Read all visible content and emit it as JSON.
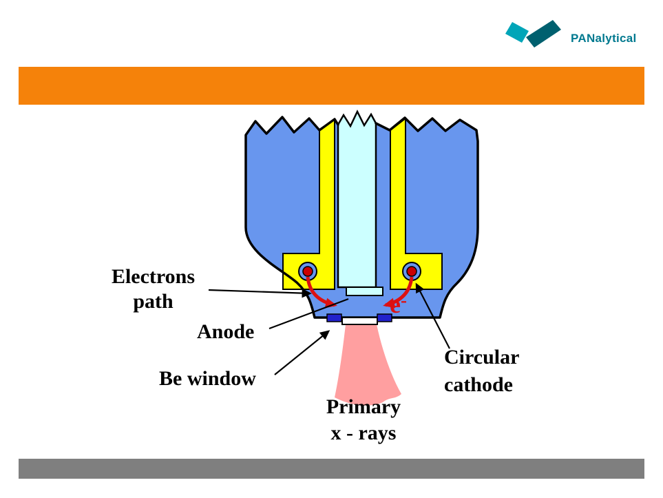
{
  "logo": {
    "brand_bold": "PAN",
    "brand_rest": "alytical",
    "text_color": "#00798F",
    "mark_light_color": "#00A5B8",
    "mark_dark_color": "#00606F"
  },
  "bars": {
    "top_color": "#F5820A",
    "bottom_color": "#7F7F7F"
  },
  "diagram": {
    "colors": {
      "body": "#6896EE",
      "inner_column": "#CCFFFF",
      "filament_support": "#FFFF00",
      "cathode_dot": "#CC0000",
      "electron_arrow": "#DD1111",
      "beam": "#FF9FA0",
      "be_window": "#2222CC",
      "anode": "#CCFFFF"
    },
    "labels": {
      "electrons_path": [
        "Electrons",
        "path"
      ],
      "anode": "Anode",
      "be_window": "Be window",
      "primary_xrays": [
        "Primary",
        "x - rays"
      ],
      "circular_cathode": [
        "Circular",
        "cathode"
      ],
      "electron_symbol": "e",
      "electron_charge": "-"
    }
  }
}
